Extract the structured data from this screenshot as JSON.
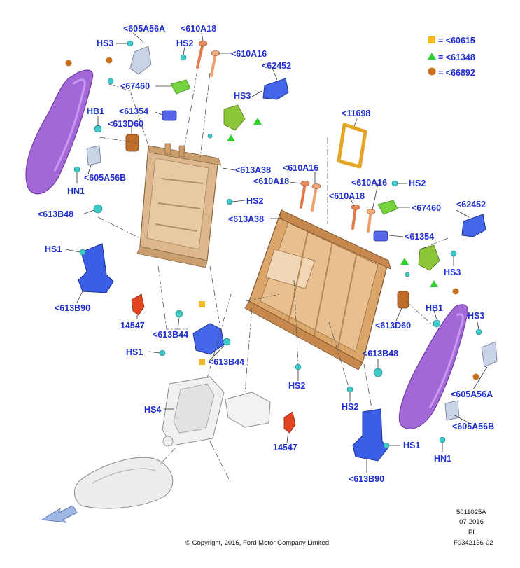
{
  "legend": [
    {
      "symbol": "square",
      "color": "#f2b81f",
      "label": "= <60615"
    },
    {
      "symbol": "triangle",
      "color": "#2fd12f",
      "label": "= <61348"
    },
    {
      "symbol": "circle",
      "color": "#c8701e",
      "label": "= <66892"
    }
  ],
  "callouts": [
    {
      "id": "605A56A-top",
      "text": "<605A56A"
    },
    {
      "id": "610A18-top",
      "text": "<610A18"
    },
    {
      "id": "HS3-top",
      "text": "HS3"
    },
    {
      "id": "HS2-top",
      "text": "HS2"
    },
    {
      "id": "610A16-top",
      "text": "<610A16"
    },
    {
      "id": "62452-top",
      "text": "<62452"
    },
    {
      "id": "67460-left",
      "text": "<67460"
    },
    {
      "id": "HS3-mid",
      "text": "HS3"
    },
    {
      "id": "61354-left",
      "text": "<61354"
    },
    {
      "id": "HB1-left",
      "text": "HB1"
    },
    {
      "id": "613D60-left",
      "text": "<613D60"
    },
    {
      "id": "613A38-left",
      "text": "<613A38"
    },
    {
      "id": "605A56B-left",
      "text": "<605A56B"
    },
    {
      "id": "HN1-left",
      "text": "HN1"
    },
    {
      "id": "HS2-leftpanel",
      "text": "HS2"
    },
    {
      "id": "613B48-left",
      "text": "<613B48"
    },
    {
      "id": "HS1-left",
      "text": "HS1"
    },
    {
      "id": "613B90-left",
      "text": "<613B90"
    },
    {
      "id": "14547-left",
      "text": "14547"
    },
    {
      "id": "613B44-a",
      "text": "<613B44"
    },
    {
      "id": "HS1-lower",
      "text": "HS1"
    },
    {
      "id": "613B44-b",
      "text": "<613B44"
    },
    {
      "id": "HS4",
      "text": "HS4"
    },
    {
      "id": "11698",
      "text": "<11698"
    },
    {
      "id": "610A16-mid",
      "text": "<610A16"
    },
    {
      "id": "610A18-mid",
      "text": "<610A18"
    },
    {
      "id": "610A18-right",
      "text": "<610A18"
    },
    {
      "id": "610A16-right",
      "text": "<610A16"
    },
    {
      "id": "HS2-right",
      "text": "HS2"
    },
    {
      "id": "613A38-right",
      "text": "<613A38"
    },
    {
      "id": "67460-right",
      "text": "<67460"
    },
    {
      "id": "62452-right",
      "text": "<62452"
    },
    {
      "id": "61354-right",
      "text": "<61354"
    },
    {
      "id": "HS3-right",
      "text": "HS3"
    },
    {
      "id": "HB1-right",
      "text": "HB1"
    },
    {
      "id": "613D60-right",
      "text": "<613D60"
    },
    {
      "id": "HS3-right2",
      "text": "HS3"
    },
    {
      "id": "613B48-right",
      "text": "<613B48"
    },
    {
      "id": "HS2-center",
      "text": "HS2"
    },
    {
      "id": "HS2-center2",
      "text": "HS2"
    },
    {
      "id": "605A56A-right",
      "text": "<605A56A"
    },
    {
      "id": "14547-right",
      "text": "14547"
    },
    {
      "id": "605A56B-right",
      "text": "<605A56B"
    },
    {
      "id": "HS1-right",
      "text": "HS1"
    },
    {
      "id": "HN1-right",
      "text": "HN1"
    },
    {
      "id": "613B90-right",
      "text": "<613B90"
    }
  ],
  "footer": {
    "copyright": "© Copyright, 2016, Ford Motor Company Limited",
    "code1": "5011025A",
    "date": "07-2016",
    "region": "PL",
    "figure_id": "F0342136-02"
  },
  "colors": {
    "label": "#1f2fd0",
    "frame": "#d9b58c",
    "frame_dark": "#c88f55",
    "trim": "#9b5bd3",
    "bracket_blue": "#3355dd",
    "clip_green": "#6ad13a",
    "pin_orange": "#e07a4a",
    "teal": "#39c6c6",
    "red_part": "#d83a1f"
  }
}
